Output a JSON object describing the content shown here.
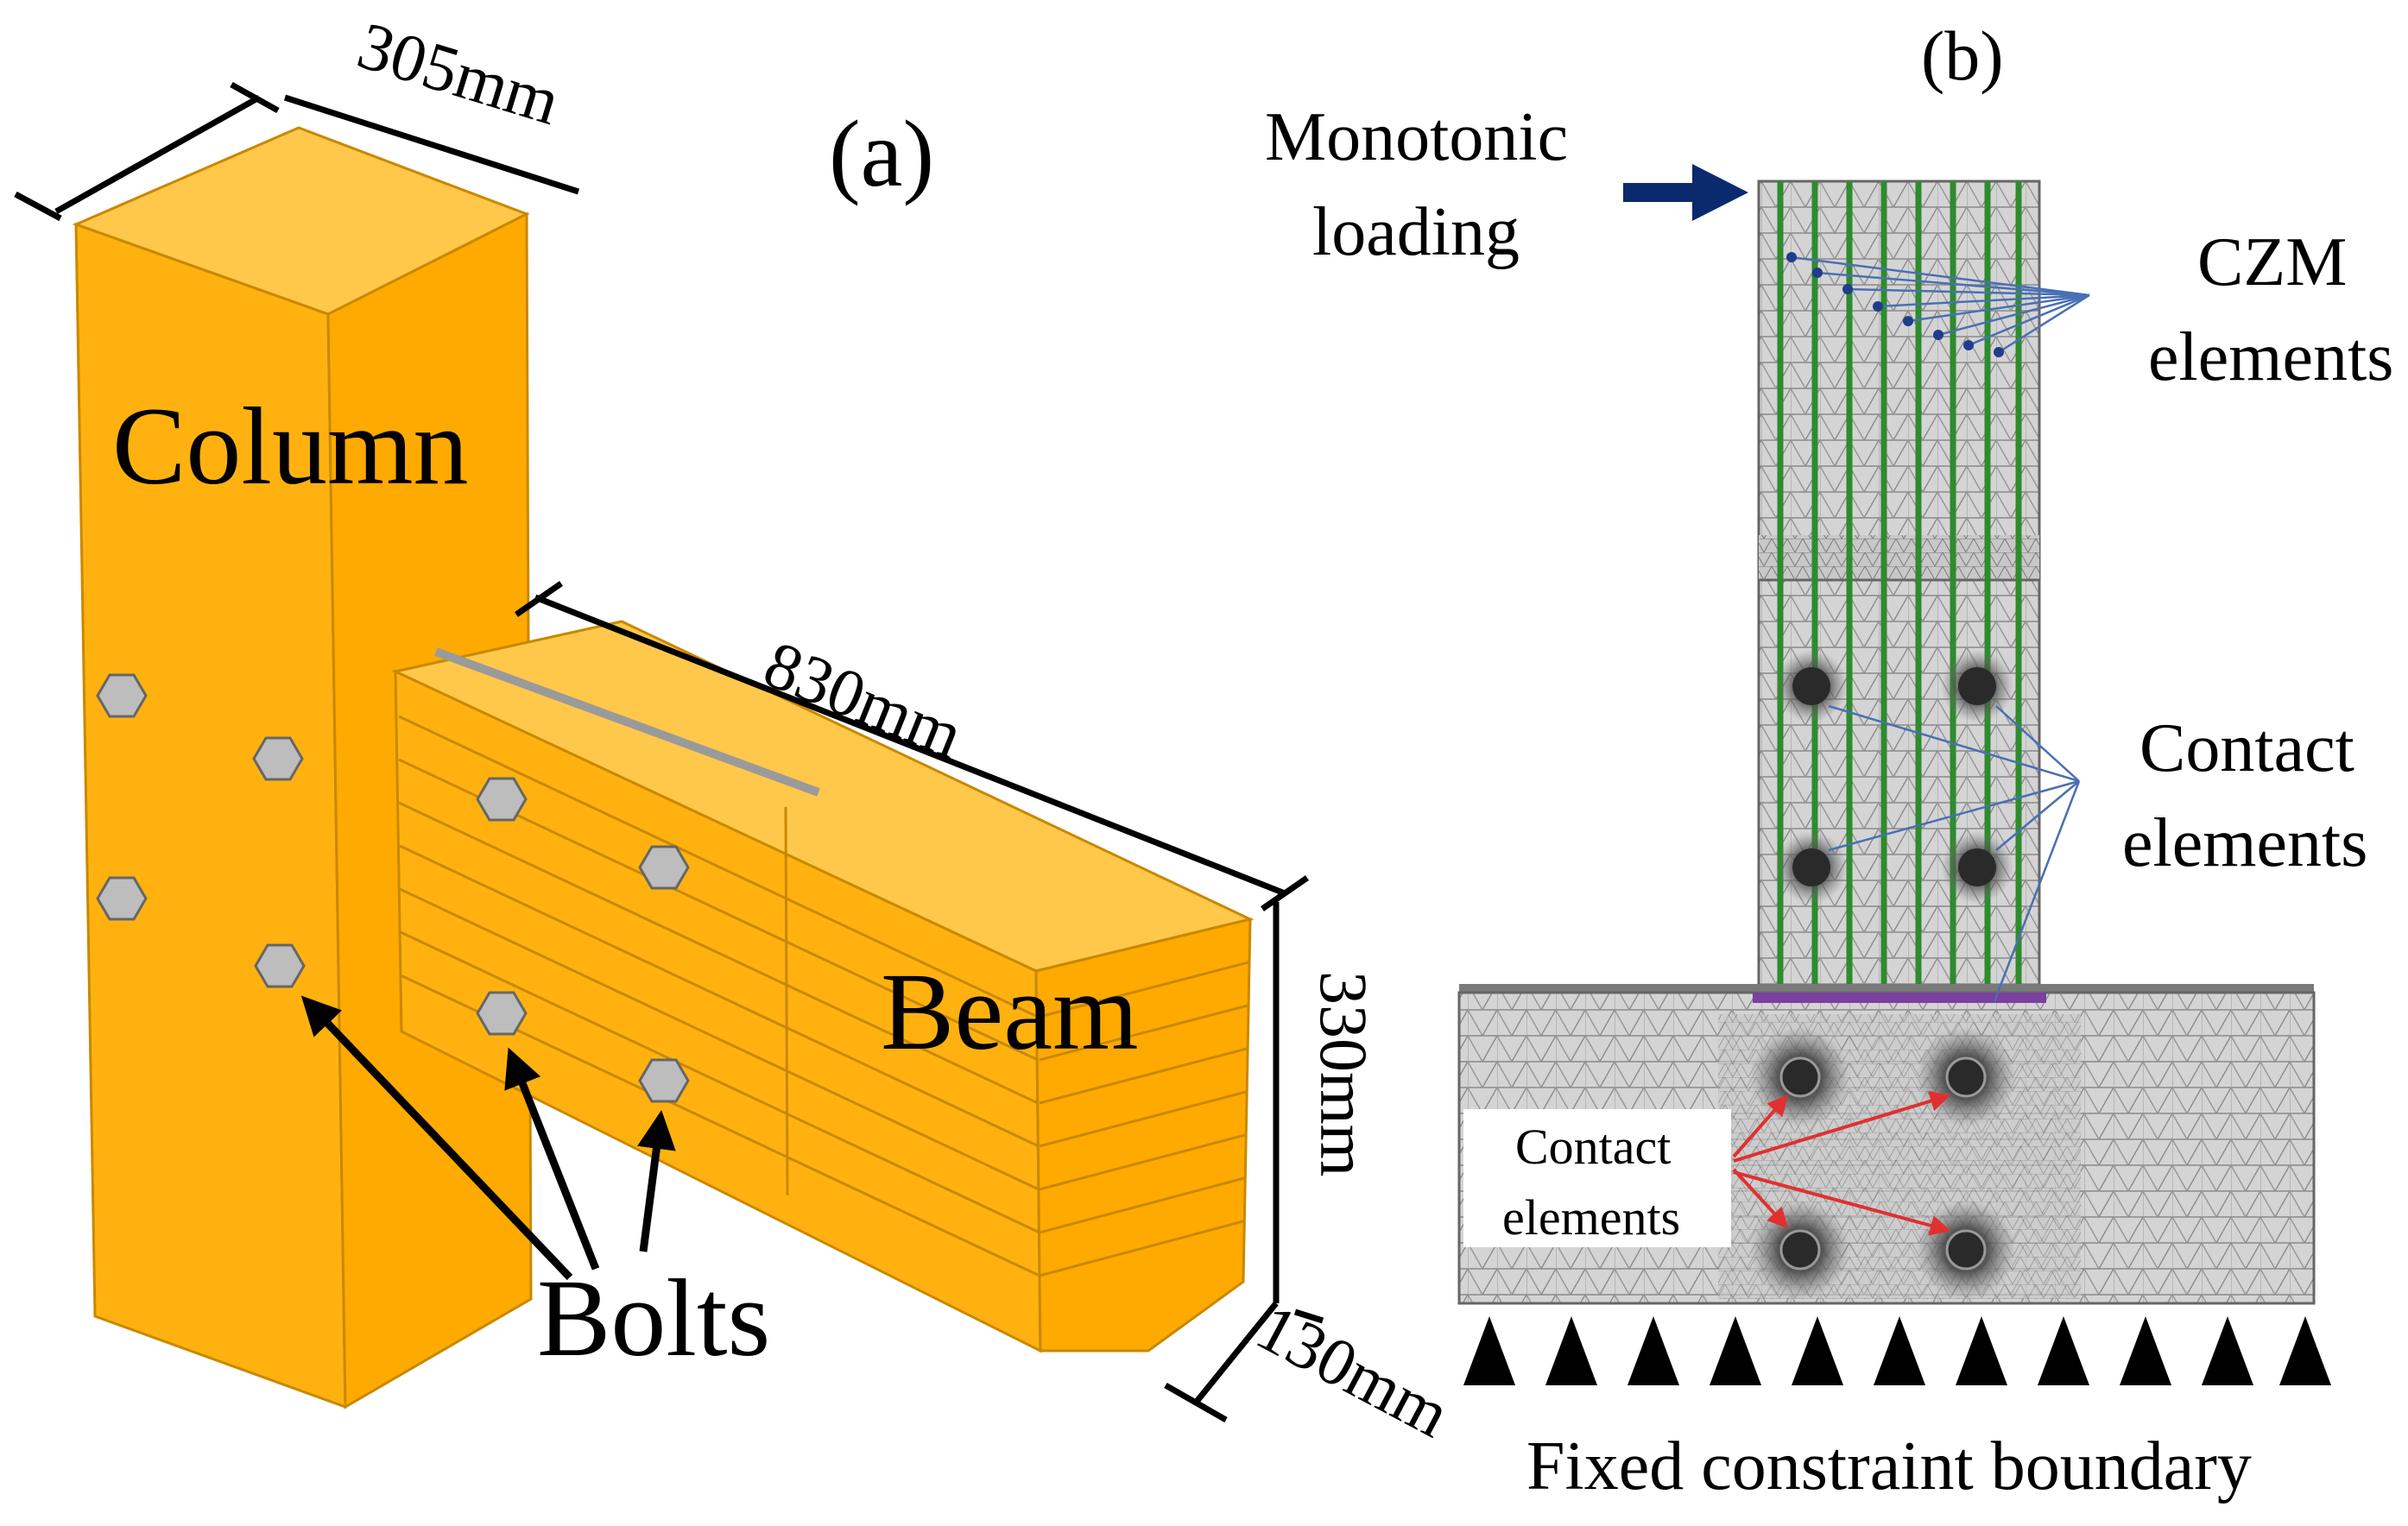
{
  "panel_a": {
    "label": "(a)",
    "column_label": "Column",
    "beam_label": "Beam",
    "bolts_label": "Bolts",
    "dim_column_width": "305mm",
    "dim_beam_length": "830mm",
    "dim_beam_height": "330mm",
    "dim_beam_thickness": "130mm"
  },
  "panel_b": {
    "label": "(b)",
    "loading_line1": "Monotonic",
    "loading_line2": "loading",
    "czm_line1": "CZM",
    "czm_line2": "elements",
    "contact_right_line1": "Contact",
    "contact_right_line2": "elements",
    "contact_box_line1": "Contact",
    "contact_box_line2": "elements",
    "boundary_label": "Fixed constraint boundary"
  },
  "colors": {
    "timber": "#FFB20F",
    "timber_edge": "#C98800",
    "mesh_fill": "#D4D4D4",
    "mesh_line": "#8A8A8A",
    "rebar": "#2E8B2E",
    "load_arrow": "#0B2A6E",
    "pointer_blue": "#4A6FB3",
    "pointer_red": "#E03030"
  }
}
